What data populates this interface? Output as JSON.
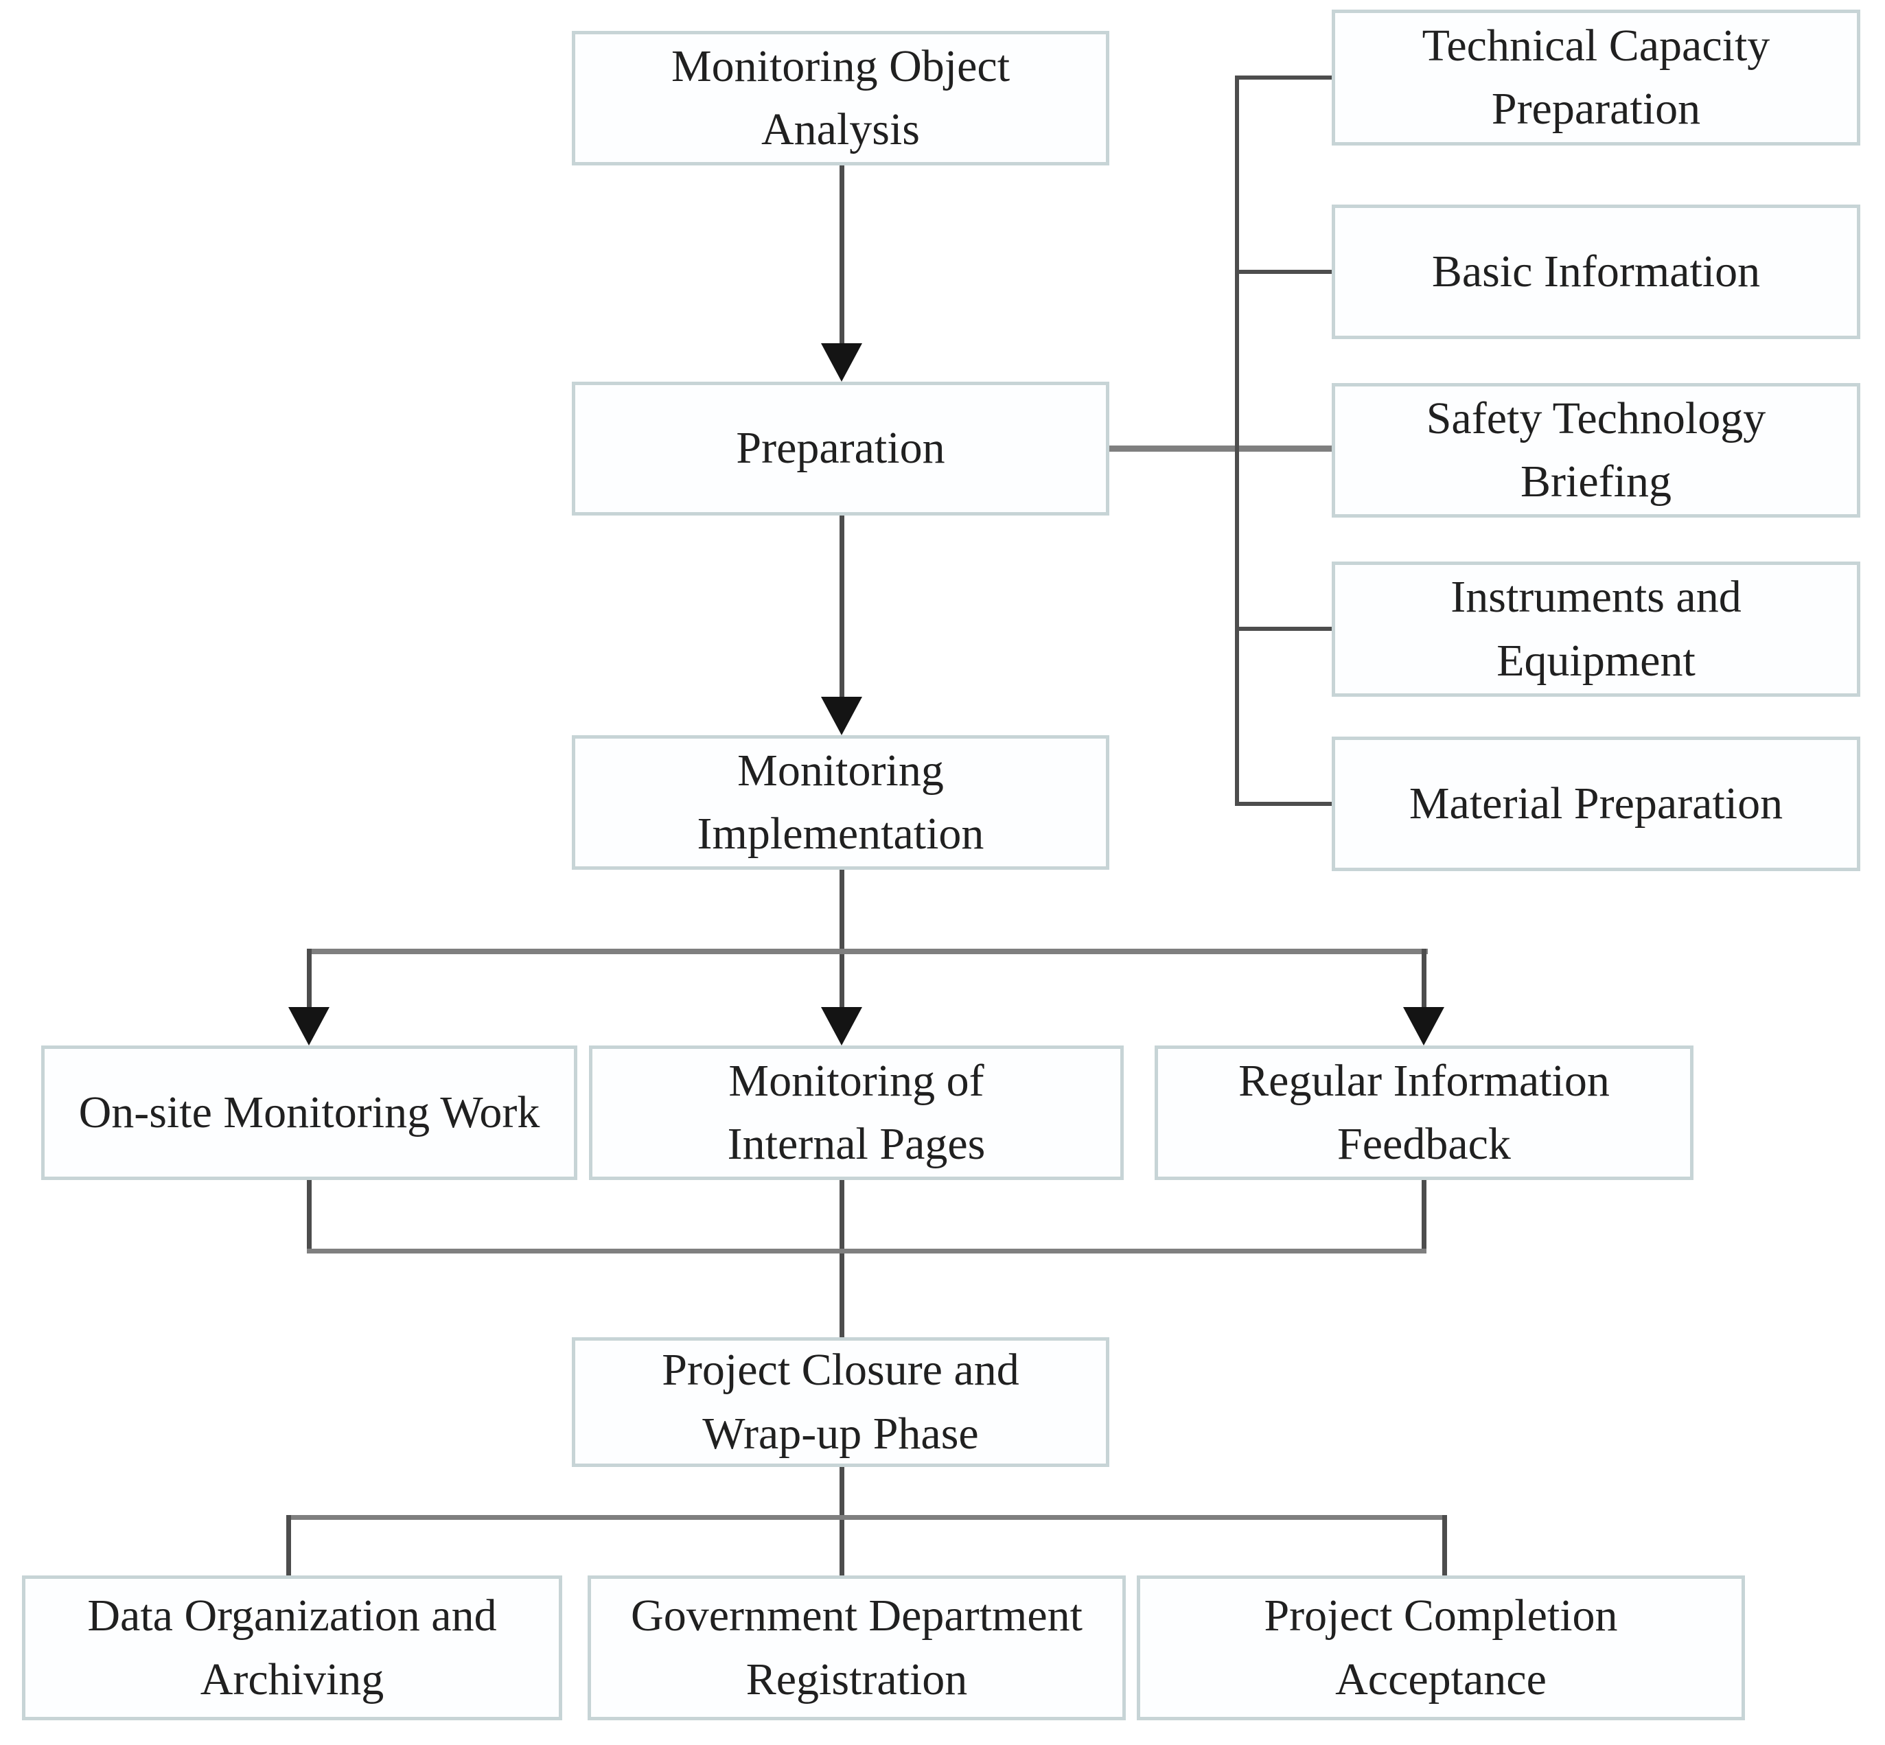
{
  "diagram": {
    "type": "flowchart",
    "title": "Monitoring workflow flowchart",
    "colors": {
      "background": "#ffffff",
      "box_fill": "#fdfeff",
      "box_border": "#c7d4d6",
      "text": "#202020",
      "connector_gray": "#7f7f7f",
      "connector_dark": "#4d4d4d",
      "arrowhead": "#141414"
    },
    "nodes": {
      "monitoring_object_analysis": {
        "label": "Monitoring Object\nAnalysis"
      },
      "preparation": {
        "label": "Preparation"
      },
      "monitoring_implementation": {
        "label": "Monitoring\nImplementation"
      },
      "project_closure": {
        "label": "Project Closure and\nWrap-up Phase"
      },
      "technical_capacity_preparation": {
        "label": "Technical Capacity\nPreparation"
      },
      "basic_information": {
        "label": "Basic Information"
      },
      "safety_technology_briefing": {
        "label": "Safety Technology\nBriefing"
      },
      "instruments_and_equipment": {
        "label": "Instruments and\nEquipment"
      },
      "material_preparation": {
        "label": "Material Preparation"
      },
      "onsite_monitoring_work": {
        "label": "On-site Monitoring Work"
      },
      "monitoring_internal_pages": {
        "label": "Monitoring of\nInternal Pages"
      },
      "regular_information_feedback": {
        "label": "Regular Information\nFeedback"
      },
      "data_organization_archiving": {
        "label": "Data Organization and\nArchiving"
      },
      "government_department_registration": {
        "label": "Government Department\nRegistration"
      },
      "project_completion_acceptance": {
        "label": "Project Completion\nAcceptance"
      }
    },
    "edges": [
      {
        "from": "monitoring_object_analysis",
        "to": "preparation",
        "arrow": true
      },
      {
        "from": "preparation",
        "to": "technical_capacity_preparation",
        "arrow": false
      },
      {
        "from": "preparation",
        "to": "basic_information",
        "arrow": false
      },
      {
        "from": "preparation",
        "to": "safety_technology_briefing",
        "arrow": false
      },
      {
        "from": "preparation",
        "to": "instruments_and_equipment",
        "arrow": false
      },
      {
        "from": "preparation",
        "to": "material_preparation",
        "arrow": false
      },
      {
        "from": "preparation",
        "to": "monitoring_implementation",
        "arrow": true
      },
      {
        "from": "monitoring_implementation",
        "to": "onsite_monitoring_work",
        "arrow": true
      },
      {
        "from": "monitoring_implementation",
        "to": "monitoring_internal_pages",
        "arrow": true
      },
      {
        "from": "monitoring_implementation",
        "to": "regular_information_feedback",
        "arrow": true
      },
      {
        "from": "onsite_monitoring_work",
        "to": "project_closure",
        "arrow": false
      },
      {
        "from": "monitoring_internal_pages",
        "to": "project_closure",
        "arrow": false
      },
      {
        "from": "regular_information_feedback",
        "to": "project_closure",
        "arrow": false
      },
      {
        "from": "project_closure",
        "to": "data_organization_archiving",
        "arrow": false
      },
      {
        "from": "project_closure",
        "to": "government_department_registration",
        "arrow": false
      },
      {
        "from": "project_closure",
        "to": "project_completion_acceptance",
        "arrow": false
      }
    ]
  }
}
